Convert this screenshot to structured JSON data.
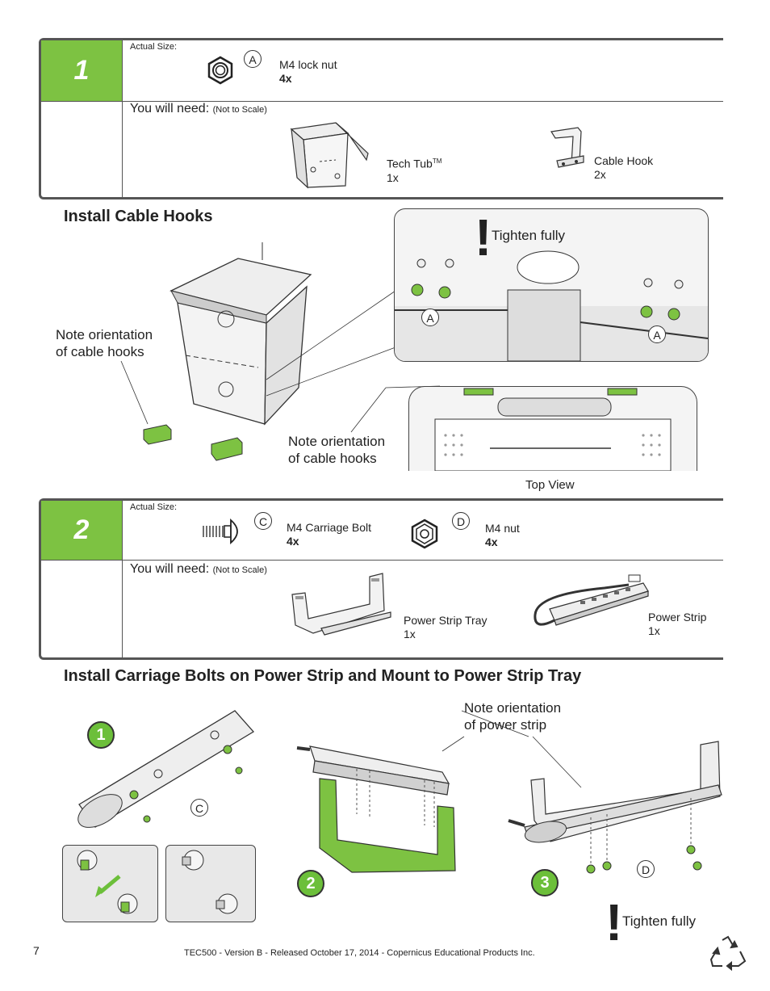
{
  "step1": {
    "number": "1",
    "actual_size": "Actual Size:",
    "part_a": {
      "letter": "A",
      "name": "M4 lock nut",
      "qty": "4x"
    },
    "you_will_need": "You will need:",
    "not_to_scale": "(Not to Scale)",
    "tech_tub": {
      "name": "Tech Tub",
      "tm": "TM",
      "qty": "1x"
    },
    "cable_hook": {
      "name": "Cable Hook",
      "qty": "2x"
    }
  },
  "section1": {
    "title": "Install Cable Hooks",
    "tighten": "Tighten fully",
    "callout_a": "A",
    "note1_line1": "Note orientation",
    "note1_line2": "of cable hooks",
    "note2_line1": "Note orientation",
    "note2_line2": "of cable hooks",
    "top_view": "Top View"
  },
  "step2": {
    "number": "2",
    "actual_size": "Actual Size:",
    "part_c": {
      "letter": "C",
      "name": "M4 Carriage Bolt",
      "qty": "4x"
    },
    "part_d": {
      "letter": "D",
      "name": "M4 nut",
      "qty": "4x"
    },
    "you_will_need": "You will need:",
    "not_to_scale": "(Not to Scale)",
    "tray": {
      "name": "Power Strip Tray",
      "qty": "1x"
    },
    "strip": {
      "name": "Power Strip",
      "qty": "1x"
    }
  },
  "section2": {
    "title": "Install Carriage Bolts on Power Strip and Mount to Power Strip Tray",
    "note_line1": "Note orientation",
    "note_line2": "of power strip",
    "sub1": "1",
    "sub2": "2",
    "sub3": "3",
    "callout_c": "C",
    "callout_d": "D",
    "tighten": "Tighten fully"
  },
  "footer": {
    "page": "7",
    "text": "TEC500  - Version B - Released October 17, 2014 - Copernicus Educational Products Inc."
  },
  "colors": {
    "accent": "#7dc242",
    "line": "#555555"
  }
}
